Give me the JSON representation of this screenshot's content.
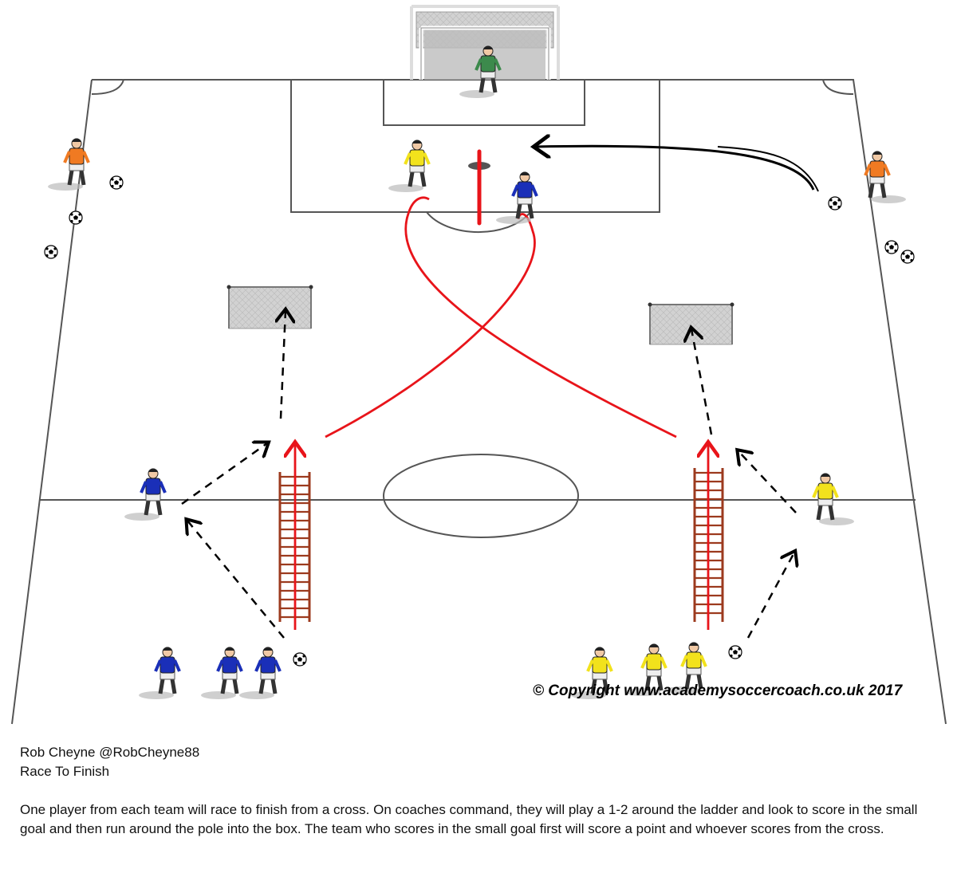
{
  "diagram": {
    "copyright": "© Copyright www.academysoccercoach.co.uk 2017",
    "colors": {
      "pitch_line": "#555555",
      "red_run": "#e8141a",
      "ladder": "#9c3a1e",
      "blue_team": "#1a2fb8",
      "yellow_team": "#f2e21c",
      "coach": "#f07a22",
      "goalkeeper": "#3c8a4c",
      "goal_net": "#c8c8c8"
    },
    "icons": [
      "player-icon",
      "ball-icon",
      "goal-icon",
      "ladder-icon",
      "pole-icon"
    ]
  },
  "caption": {
    "author": "Rob Cheyne @RobCheyne88",
    "title": "Race To Finish",
    "description": "One player from each team will race to finish from a cross. On coaches command, they will play a 1-2 around the ladder and look to score in the small goal and then run around the pole into the box. The team who scores in the small goal first will score a point and whoever scores from the cross."
  }
}
